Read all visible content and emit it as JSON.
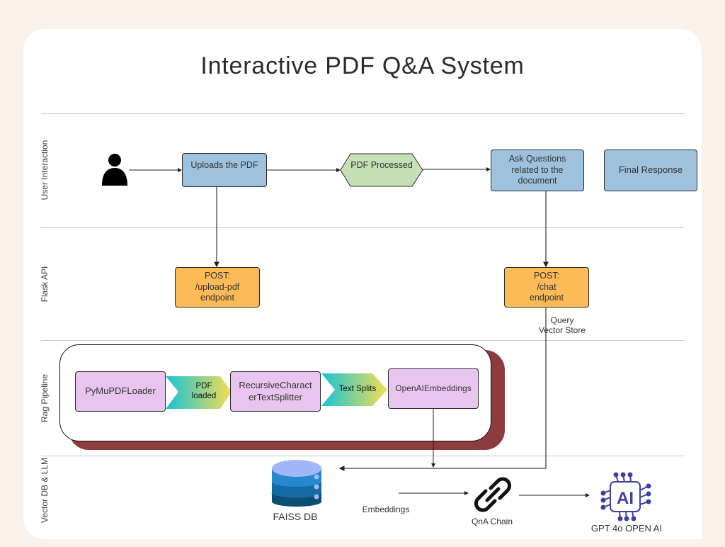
{
  "title": "Interactive PDF Q&A System",
  "lanes": [
    {
      "label": "User Interaction"
    },
    {
      "label": "Flask API"
    },
    {
      "label": "Rag Pipeline"
    },
    {
      "label": "Vector DB & LLM"
    }
  ],
  "user_interaction": {
    "user_icon": "user-icon",
    "uploads": "Uploads the PDF",
    "processed": "PDF Processed",
    "ask_line1": "Ask Questions",
    "ask_line2": "related to the",
    "ask_line3": "document",
    "final": "Final Response"
  },
  "flask_api": {
    "upload_line1": "POST:",
    "upload_line2": "/upload-pdf",
    "upload_line3": "endpoint",
    "chat_line1": "POST:",
    "chat_line2": "/chat",
    "chat_line3": "endpoint",
    "query_line1": "Query",
    "query_line2": "Vector Store"
  },
  "rag_pipeline": {
    "loader": "PyMuPDFLoader",
    "arrow1_line1": "PDF",
    "arrow1_line2": "loaded",
    "splitter_line1": "RecursiveCharact",
    "splitter_line2": "erTextSplitter",
    "arrow2": "Text Splits",
    "embeddings": "OpenAIEmbeddings"
  },
  "vector_llm": {
    "db_icon": "database-icon",
    "db_label": "FAISS DB",
    "embeddings_label": "Embeddings",
    "chain_icon": "chain-link-icon",
    "chain_label": "QnA Chain",
    "ai_icon": "ai-chip-icon",
    "ai_label": "GPT 4o OPEN AI"
  },
  "colors": {
    "background": "#f9f1ea",
    "user_box": "#9ec2de",
    "processed": "#c5e0b4",
    "api_box": "#fdbb57",
    "rag_box": "#e8c5ee",
    "rag_shadow": "#8e3b3f",
    "db_top": "#a3b6f7",
    "db_mid1": "#2688cf",
    "db_mid2": "#146aa2",
    "db_bottom": "#0c4f73",
    "ai_chip": "#3f3fa0"
  }
}
